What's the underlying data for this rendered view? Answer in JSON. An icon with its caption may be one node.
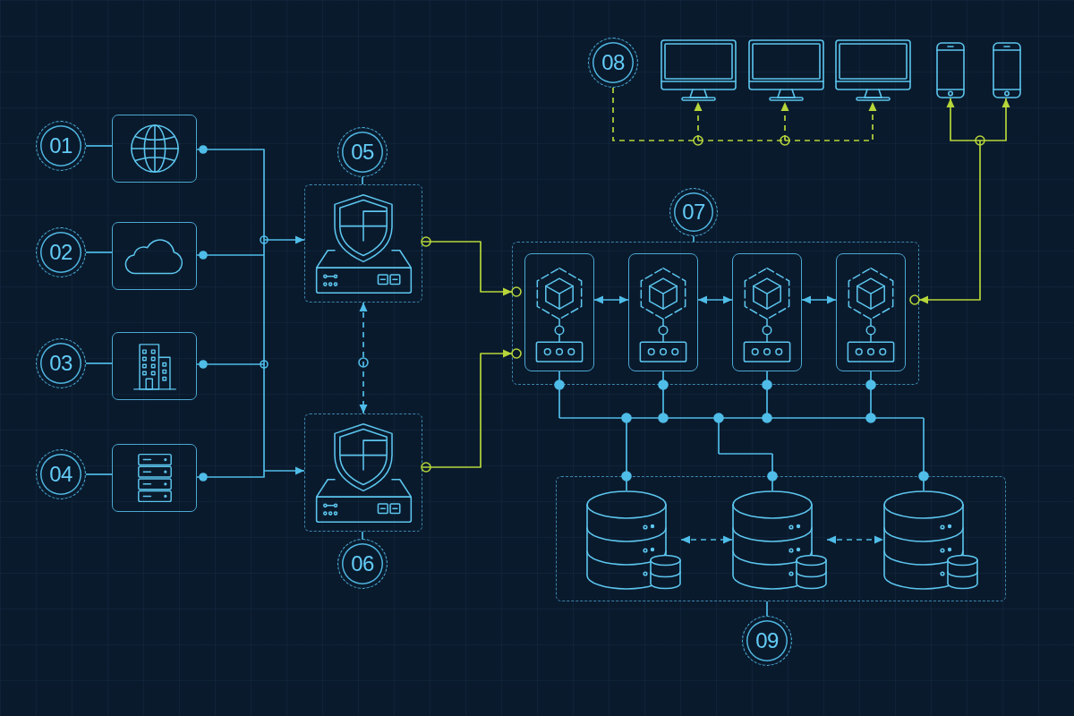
{
  "diagram": {
    "nodes": [
      {
        "text": [
          "01"
        ]
      },
      {
        "text": [],
        "shape": "picture"
      },
      {
        "text": [
          "02"
        ]
      },
      {
        "text": [],
        "shape": "picture"
      },
      {
        "text": [
          "03"
        ]
      },
      {
        "text": [],
        "shape": "picture"
      },
      {
        "text": [
          "04"
        ]
      },
      {
        "text": [],
        "shape": "picture"
      },
      {
        "text": [
          "05"
        ]
      },
      {
        "text": [],
        "shape": "picture"
      },
      {
        "text": [],
        "shape": "picture"
      },
      {
        "text": [
          "06"
        ]
      },
      {
        "text": [
          "07"
        ]
      },
      {
        "text": [],
        "shape": "box"
      },
      {
        "text": [],
        "shape": "picture",
        "in": 13
      },
      {
        "text": [],
        "shape": "picture",
        "in": 13
      },
      {
        "text": [],
        "shape": "picture",
        "in": 13
      },
      {
        "text": [],
        "shape": "picture",
        "in": 13
      },
      {
        "text": [
          "08"
        ]
      },
      {
        "text": [],
        "shape": "picture"
      },
      {
        "text": [],
        "shape": "picture"
      },
      {
        "text": [],
        "shape": "picture"
      },
      {
        "text": [],
        "shape": "picture"
      },
      {
        "text": [],
        "shape": "picture"
      },
      {
        "text": [
          "09"
        ]
      },
      {
        "text": [],
        "shape": "box"
      },
      {
        "text": [],
        "shape": "cylinder",
        "in": 25
      },
      {
        "text": [],
        "shape": "cylinder",
        "in": 25
      },
      {
        "text": [],
        "shape": "cylinder",
        "in": 25
      }
    ],
    "edges": [
      {
        "from": 0,
        "to": 1,
        "arrow": "none"
      },
      {
        "from": 2,
        "to": 3,
        "arrow": "none"
      },
      {
        "from": 4,
        "to": 5,
        "arrow": "none"
      },
      {
        "from": 6,
        "to": 7,
        "arrow": "none"
      },
      {
        "from": 1,
        "to": 9,
        "arrow": "to"
      },
      {
        "from": 1,
        "to": 10,
        "arrow": "to"
      },
      {
        "from": 3,
        "to": 9,
        "arrow": "to"
      },
      {
        "from": 3,
        "to": 10,
        "arrow": "to"
      },
      {
        "from": 5,
        "to": 9,
        "arrow": "to"
      },
      {
        "from": 5,
        "to": 10,
        "arrow": "to"
      },
      {
        "from": 7,
        "to": 9,
        "arrow": "to"
      },
      {
        "from": 7,
        "to": 10,
        "arrow": "to"
      },
      {
        "from": 8,
        "to": 9,
        "arrow": "none"
      },
      {
        "from": 11,
        "to": 10,
        "arrow": "none"
      },
      {
        "from": 9,
        "to": 10,
        "arrow": "both",
        "style": "dashed"
      },
      {
        "from": 9,
        "to": 13,
        "arrow": "to",
        "color": "#b6d63a"
      },
      {
        "from": 10,
        "to": 13,
        "arrow": "to",
        "color": "#b6d63a"
      },
      {
        "from": 12,
        "to": 13,
        "arrow": "none"
      },
      {
        "from": 14,
        "to": 15,
        "arrow": "both"
      },
      {
        "from": 15,
        "to": 16,
        "arrow": "both"
      },
      {
        "from": 16,
        "to": 17,
        "arrow": "both"
      },
      {
        "from": 18,
        "to": 19,
        "arrow": "to",
        "style": "dashed",
        "color": "#b6d63a"
      },
      {
        "from": 18,
        "to": 20,
        "arrow": "to",
        "style": "dashed",
        "color": "#b6d63a"
      },
      {
        "from": 18,
        "to": 21,
        "arrow": "to",
        "style": "dashed",
        "color": "#b6d63a"
      },
      {
        "from": 13,
        "to": 22,
        "arrow": "both",
        "color": "#b6d63a"
      },
      {
        "from": 13,
        "to": 23,
        "arrow": "both",
        "color": "#b6d63a"
      },
      {
        "from": 14,
        "to": 26,
        "arrow": "none"
      },
      {
        "from": 14,
        "to": 27,
        "arrow": "none"
      },
      {
        "from": 14,
        "to": 28,
        "arrow": "none"
      },
      {
        "from": 15,
        "to": 26,
        "arrow": "none"
      },
      {
        "from": 15,
        "to": 27,
        "arrow": "none"
      },
      {
        "from": 15,
        "to": 28,
        "arrow": "none"
      },
      {
        "from": 16,
        "to": 26,
        "arrow": "none"
      },
      {
        "from": 16,
        "to": 27,
        "arrow": "none"
      },
      {
        "from": 16,
        "to": 28,
        "arrow": "none"
      },
      {
        "from": 17,
        "to": 26,
        "arrow": "none"
      },
      {
        "from": 17,
        "to": 27,
        "arrow": "none"
      },
      {
        "from": 17,
        "to": 28,
        "arrow": "none"
      },
      {
        "from": 26,
        "to": 27,
        "arrow": "both",
        "style": "dashed"
      },
      {
        "from": 27,
        "to": 28,
        "arrow": "both",
        "style": "dashed"
      },
      {
        "from": 24,
        "to": 25,
        "arrow": "none"
      }
    ]
  }
}
